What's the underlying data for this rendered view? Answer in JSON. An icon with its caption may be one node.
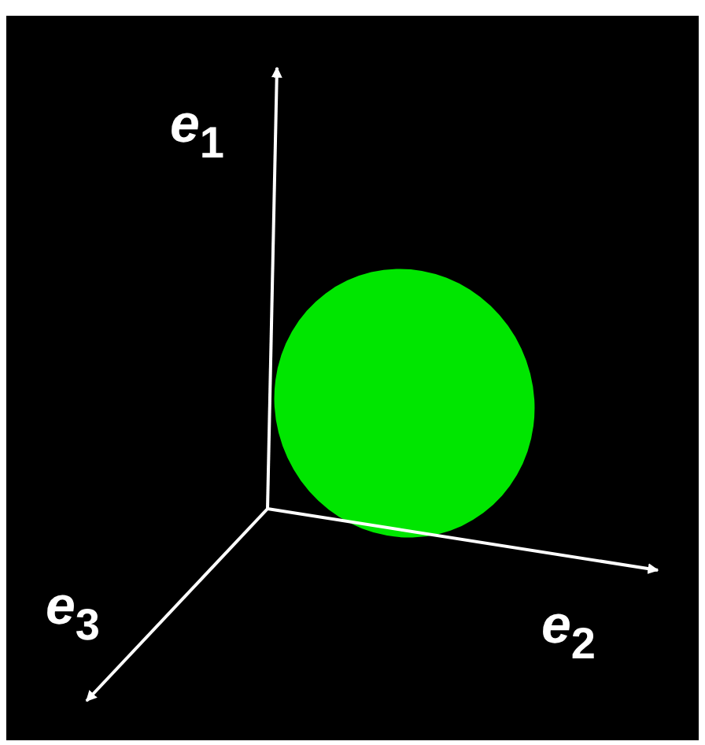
{
  "diagram": {
    "nodes": [
      {
        "text": [],
        "shape": "circle"
      }
    ],
    "labels": [
      "e$_{1}$",
      "e$_{2}$",
      "e$_{3}$"
    ]
  }
}
